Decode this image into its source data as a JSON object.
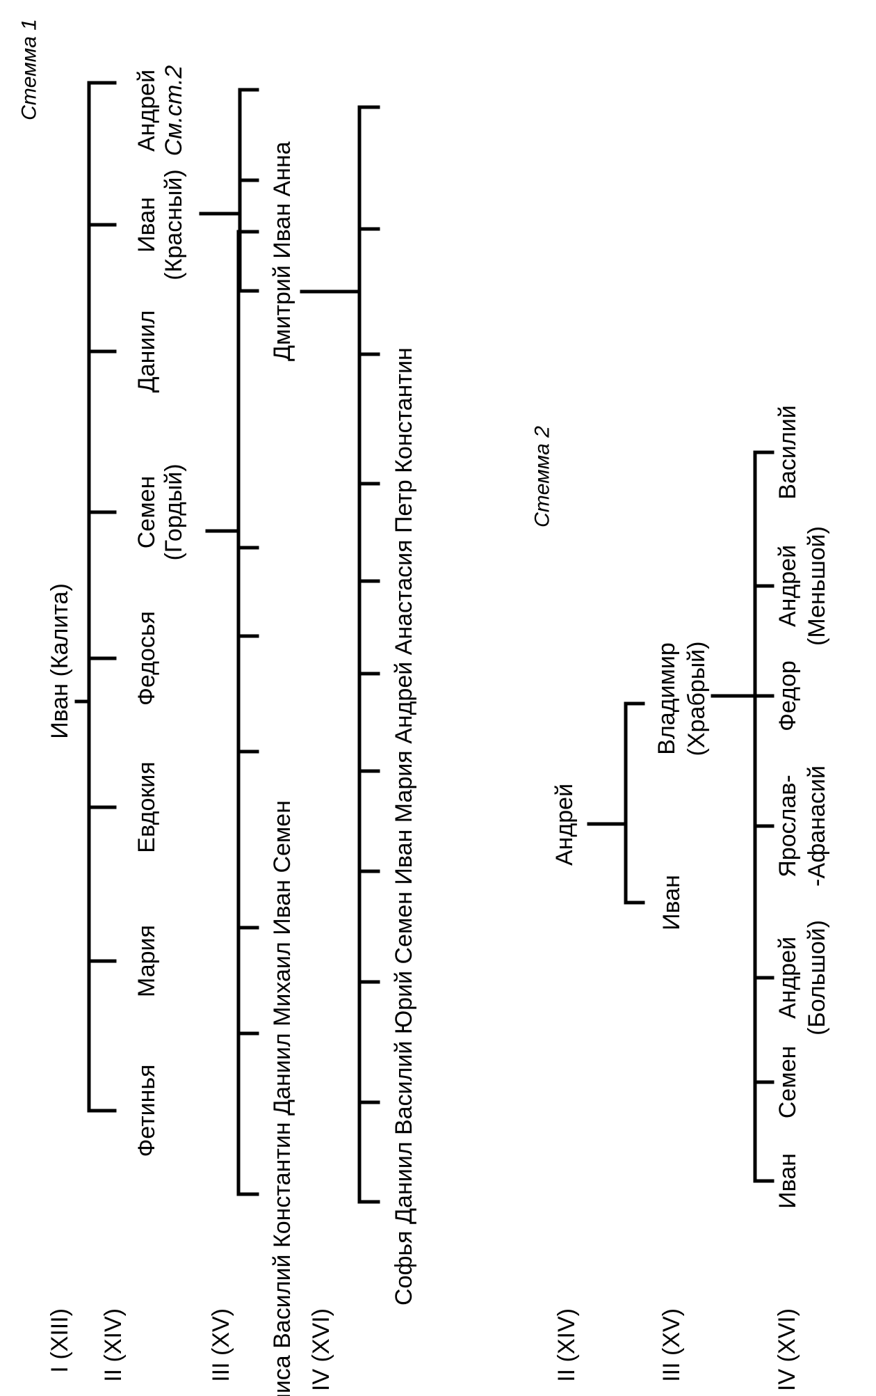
{
  "stemma1": {
    "title": "Стемма 1",
    "generations": [
      "I (XIII)",
      "II (XIV)",
      "III (XV)",
      "IV (XVI)"
    ],
    "root": "Иван (Калита)",
    "gen2": [
      {
        "line1": "Фетинья",
        "line2": ""
      },
      {
        "line1": "Мария",
        "line2": ""
      },
      {
        "line1": "Евдокия",
        "line2": ""
      },
      {
        "line1": "Федосья",
        "line2": ""
      },
      {
        "line1": "Семен",
        "line2": "(Гордый)"
      },
      {
        "line1": "Даниил",
        "line2": ""
      },
      {
        "line1": "Иван",
        "line2": "(Красный)"
      },
      {
        "line1": "Андрей",
        "line2": "См.ст.2"
      }
    ],
    "gen3_row": "Василиса Василий Константин Даниил Михаил Иван Семен",
    "gen3_row2": "Дмитрий Иван Анна",
    "gen4_row": "Софья Даниил Василий Юрий Семен Иван Мария Андрей Анастасия Петр Константин"
  },
  "stemma2": {
    "title": "Стемма 2",
    "generations": [
      "II (XIV)",
      "III (XV)",
      "IV (XVI)"
    ],
    "root": "Андрей",
    "gen3": [
      {
        "line1": "Иван",
        "line2": ""
      },
      {
        "line1": "Владимир",
        "line2": "(Храбрый)"
      }
    ],
    "gen4": [
      {
        "line1": "Иван",
        "line2": ""
      },
      {
        "line1": "Семен",
        "line2": ""
      },
      {
        "line1": "Андрей",
        "line2": "(Большой)"
      },
      {
        "line1": "Ярослав-",
        "line2": "-Афанасий"
      },
      {
        "line1": "Федор",
        "line2": ""
      },
      {
        "line1": "Андрей",
        "line2": "(Меньшой)"
      },
      {
        "line1": "Василий",
        "line2": ""
      }
    ]
  }
}
